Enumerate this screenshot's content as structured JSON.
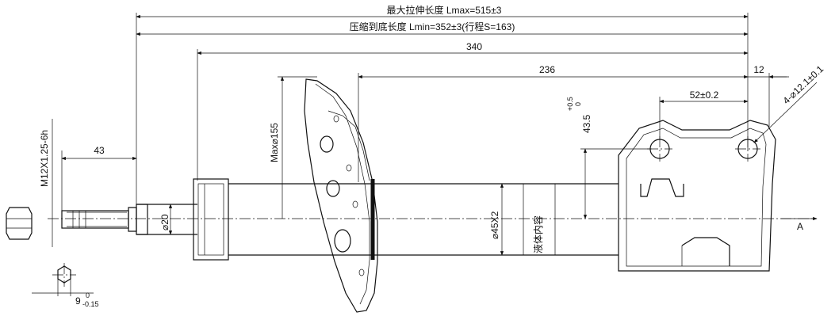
{
  "dimensions": {
    "lmax_label": "最大拉伸长度 Lmax=515±3",
    "lmin_label": "压缩到底长度 Lmin=352±3(行程S=163)",
    "len_340": "340",
    "len_236": "236",
    "len_12": "12",
    "len_43": "43",
    "thread": "M12X1.25-6h",
    "max_dia": "Max⌀155",
    "rod_dia": "⌀20",
    "body_dia": "⌀45X2",
    "hole_spacing": "52±0.2",
    "height_43_5": "43.5",
    "height_tol_upper": "+0.5",
    "height_tol_lower": "0",
    "holes": "4-⌀12.1±0.1",
    "hex_nominal": "9",
    "hex_tol_upper": "0",
    "hex_tol_lower": "-0.15",
    "axis_label": "A"
  },
  "labels": {
    "fluid_content": "液体内容"
  }
}
